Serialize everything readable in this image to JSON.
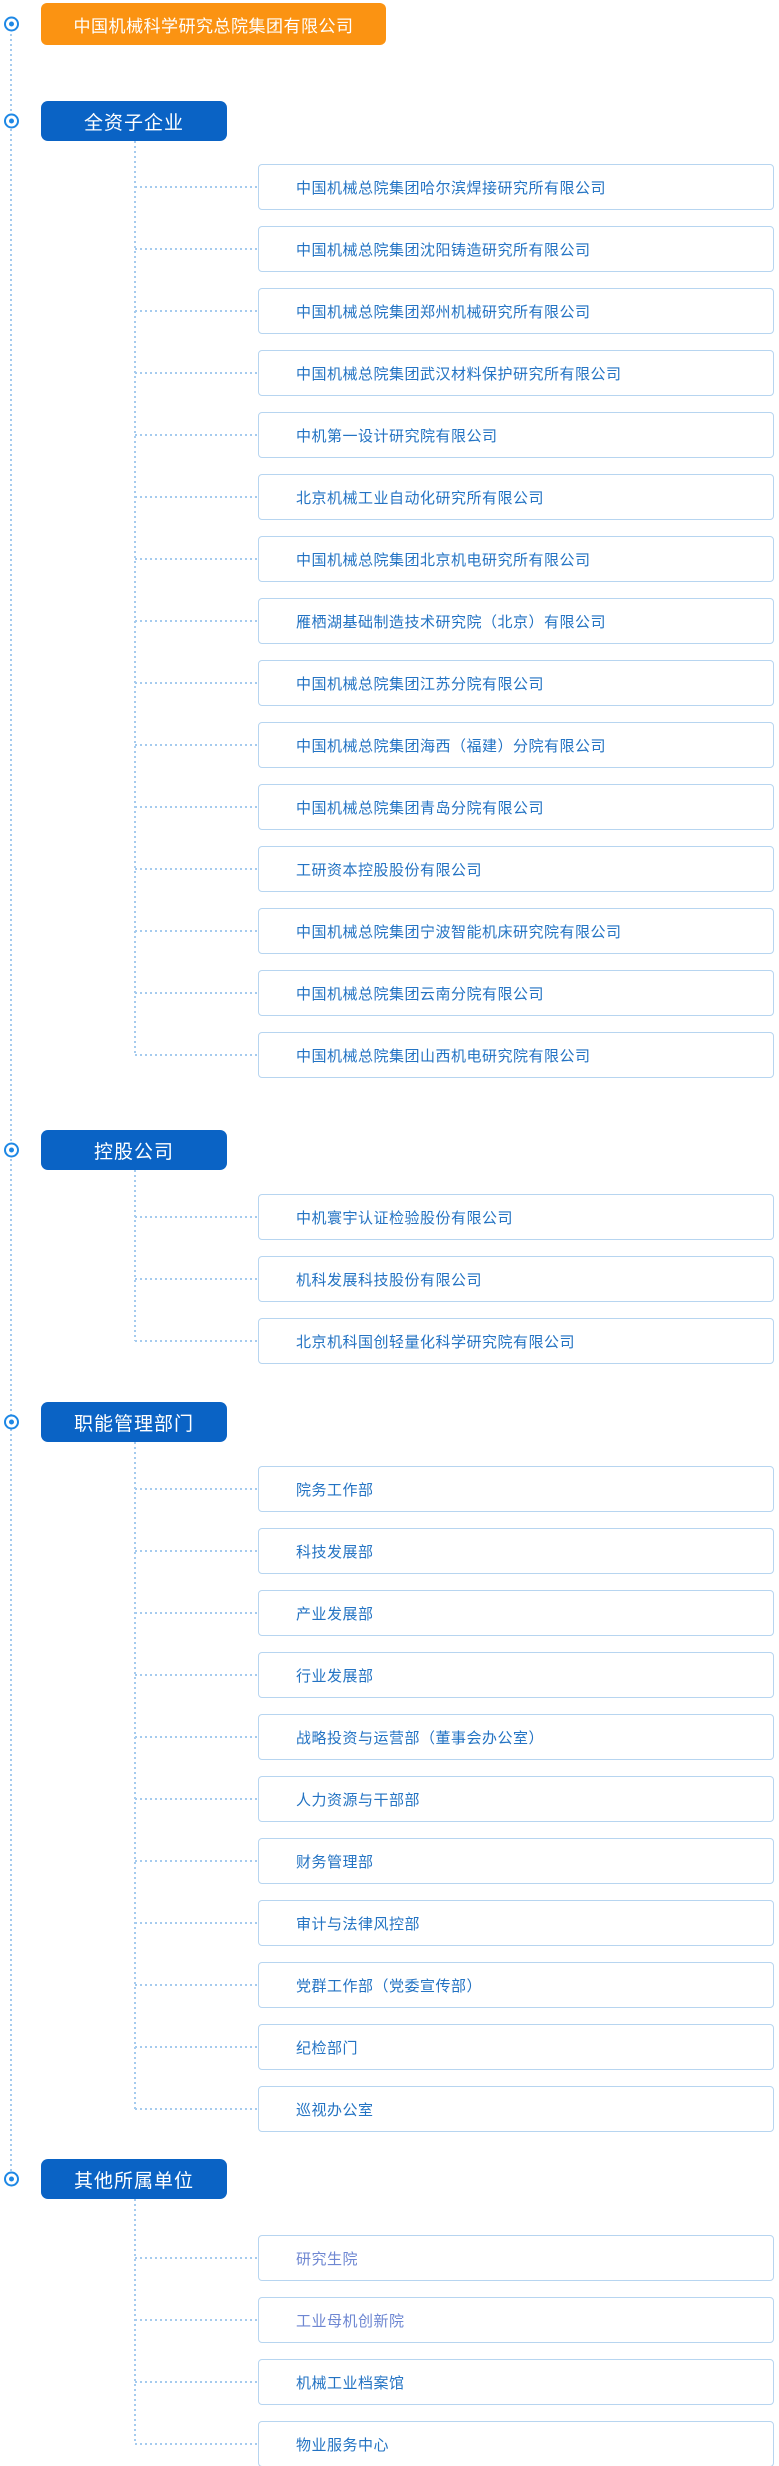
{
  "colors": {
    "accent-orange": "#FB9312",
    "category-blue": "#0A63C5",
    "bullet-blue": "#1E88E5",
    "line-blue": "#A5CBEE",
    "border-blue": "#B7D5F0",
    "link-blue": "#2373C3",
    "link-muted": "#6E87D2"
  },
  "icons": {
    "bullet": "radio-bullet-icon"
  },
  "org_chart": {
    "root": {
      "label": "中国机械科学研究总院集团有限公司"
    },
    "sections": [
      {
        "label": "全资子企业",
        "children": [
          {
            "label": "中国机械总院集团哈尔滨焊接研究所有限公司"
          },
          {
            "label": "中国机械总院集团沈阳铸造研究所有限公司"
          },
          {
            "label": "中国机械总院集团郑州机械研究所有限公司"
          },
          {
            "label": "中国机械总院集团武汉材料保护研究所有限公司"
          },
          {
            "label": "中机第一设计研究院有限公司"
          },
          {
            "label": "北京机械工业自动化研究所有限公司"
          },
          {
            "label": "中国机械总院集团北京机电研究所有限公司"
          },
          {
            "label": "雁栖湖基础制造技术研究院（北京）有限公司"
          },
          {
            "label": "中国机械总院集团江苏分院有限公司"
          },
          {
            "label": "中国机械总院集团海西（福建）分院有限公司"
          },
          {
            "label": "中国机械总院集团青岛分院有限公司"
          },
          {
            "label": "工研资本控股股份有限公司"
          },
          {
            "label": "中国机械总院集团宁波智能机床研究院有限公司"
          },
          {
            "label": "中国机械总院集团云南分院有限公司"
          },
          {
            "label": "中国机械总院集团山西机电研究院有限公司"
          }
        ]
      },
      {
        "label": "控股公司",
        "children": [
          {
            "label": "中机寰宇认证检验股份有限公司"
          },
          {
            "label": "机科发展科技股份有限公司"
          },
          {
            "label": "北京机科国创轻量化科学研究院有限公司"
          }
        ]
      },
      {
        "label": "职能管理部门",
        "children": [
          {
            "label": "院务工作部"
          },
          {
            "label": "科技发展部"
          },
          {
            "label": "产业发展部"
          },
          {
            "label": "行业发展部"
          },
          {
            "label": "战略投资与运营部（董事会办公室）"
          },
          {
            "label": "人力资源与干部部"
          },
          {
            "label": "财务管理部"
          },
          {
            "label": "审计与法律风控部"
          },
          {
            "label": "党群工作部（党委宣传部）"
          },
          {
            "label": "纪检部门"
          },
          {
            "label": "巡视办公室"
          }
        ]
      },
      {
        "label": "其他所属单位",
        "children": [
          {
            "label": "研究生院",
            "muted": true
          },
          {
            "label": "工业母机创新院",
            "muted": true
          },
          {
            "label": "机械工业档案馆"
          },
          {
            "label": "物业服务中心"
          }
        ]
      }
    ]
  }
}
